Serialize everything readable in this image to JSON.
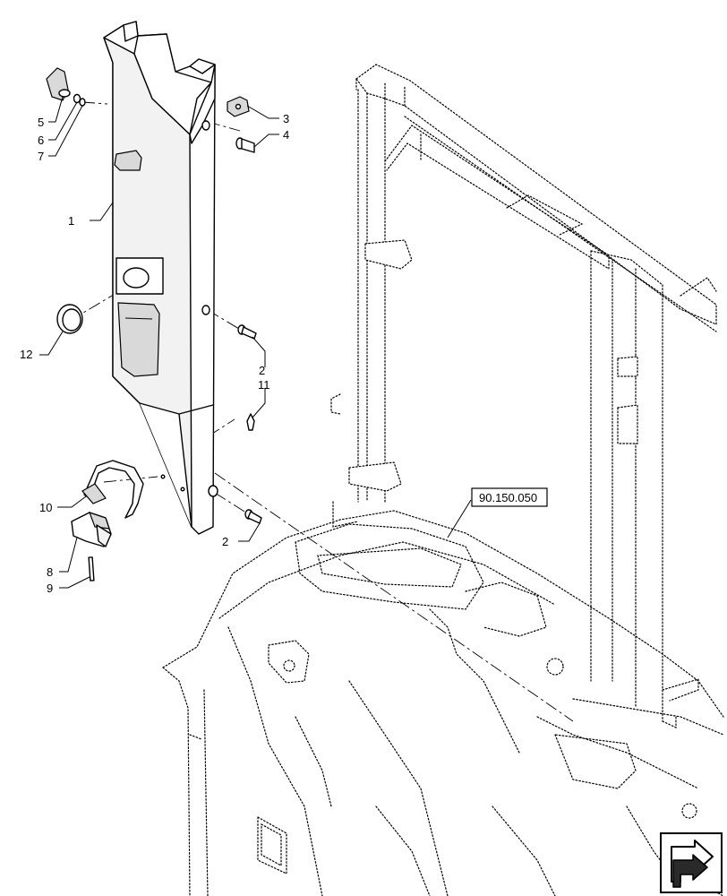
{
  "callouts": [
    {
      "id": "c1",
      "label": "1"
    },
    {
      "id": "c2a",
      "label": "2"
    },
    {
      "id": "c2b",
      "label": "2"
    },
    {
      "id": "c3",
      "label": "3"
    },
    {
      "id": "c4",
      "label": "4"
    },
    {
      "id": "c5",
      "label": "5"
    },
    {
      "id": "c6",
      "label": "6"
    },
    {
      "id": "c7",
      "label": "7"
    },
    {
      "id": "c8",
      "label": "8"
    },
    {
      "id": "c9",
      "label": "9"
    },
    {
      "id": "c10",
      "label": "10"
    },
    {
      "id": "c11",
      "label": "11"
    },
    {
      "id": "c12",
      "label": "12"
    }
  ],
  "reference": {
    "label": "90.150.050"
  },
  "nav_icon": "next-page-arrow-icon"
}
